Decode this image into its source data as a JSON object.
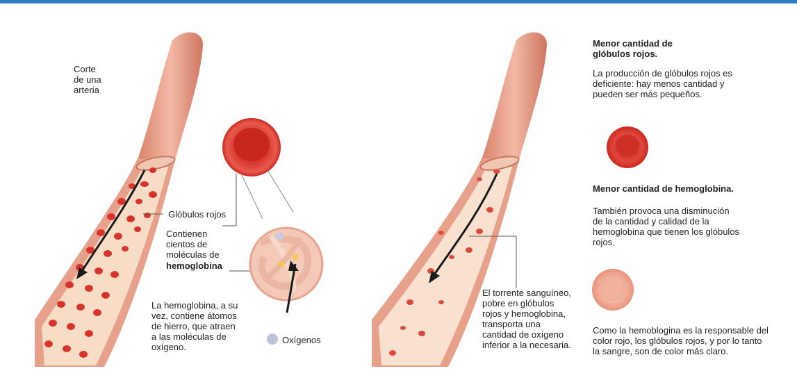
{
  "colors": {
    "top_bar": "#2f7fc1",
    "vessel_outer": "#e7a08a",
    "vessel_inner": "#f7dcc6",
    "red_cell": "#d7342b",
    "pale_cell": "#f3b7a0",
    "text": "#222222"
  },
  "left_panel": {
    "artery_label": "Corte\nde una\narteria",
    "red_cells_label": "Glóbulos rojos",
    "contains_text": "Contienen\ncientos de\nmoléculas de",
    "hemoglobin_word": "hemoglobina",
    "iron_text": "La hemoglobina, a su\nvez, contiene átomos\nde hierro, que atraen\na las moléculas de\noxígeno.",
    "oxygen_label": "Oxígenos"
  },
  "right_panel": {
    "heading_fewer_cells": "Menor cantidad de\nglóbulos rojos.",
    "text_fewer_cells": "La producción de glóbulos rojos es\ndeficiente: hay menos cantidad y\npueden ser más pequeños.",
    "heading_less_hemoglobin": "Menor cantidad de hemoglobina.",
    "text_less_hemoglobin": "También provoca una disminución\nde la cantidad y calidad de la\nhemoglobina que tienen los glóbulos\nrojos.",
    "bloodstream_text": "El torrente sanguíneo,\npobre en glóbulos\nrojos y hemoglobina,\ntransporta una\ncantidad de oxígeno\ninferior a la necesaria.",
    "pale_color_text": "Como la hemoblogina es la responsable del\ncolor rojo, los glóbulos rojos, y por lo tanto\nla sangre, son de color más claro."
  }
}
